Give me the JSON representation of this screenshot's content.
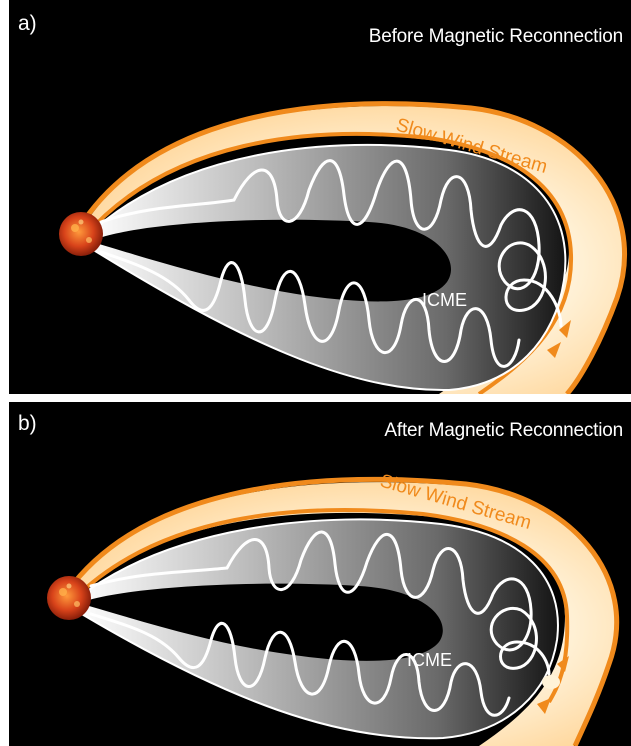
{
  "panel_a": {
    "letter": "a)",
    "title": "Before Magnetic Reconnection",
    "stream_label": "Slow Wind Stream",
    "icme_label": "ICME"
  },
  "panel_b": {
    "letter": "b)",
    "title": "After Magnetic Reconnection",
    "stream_label": "Slow Wind Stream",
    "icme_label": "ICME"
  },
  "colors": {
    "background": "#000000",
    "stream_orange": "#f08a1c",
    "stream_glow": "#ffe2ad",
    "icme_gray": "#8a8a8a",
    "field_line": "#ffffff",
    "sun": "#d2401a"
  },
  "icons": {
    "sun": "sun-icon"
  }
}
